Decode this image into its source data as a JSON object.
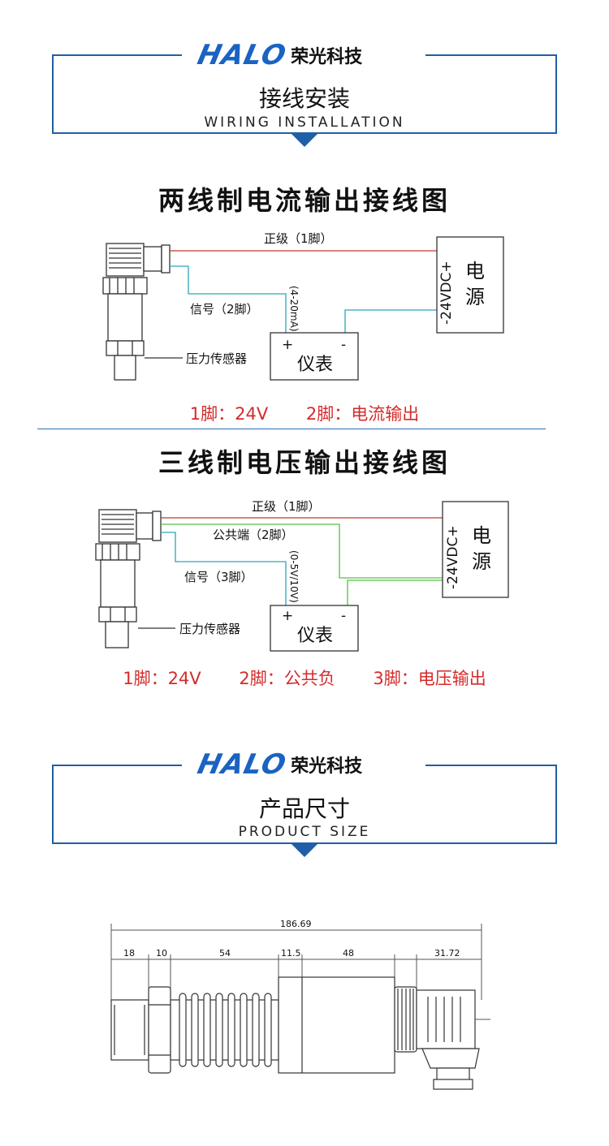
{
  "brand": {
    "logo": "HALO",
    "name_cn": "荣光科技"
  },
  "section1": {
    "title_cn": "接线安装",
    "title_en": "WIRING INSTALLATION"
  },
  "diagram1": {
    "title": "两线制电流输出接线图",
    "wire_positive": "正级（1脚）",
    "wire_signal": "信号（2脚）",
    "signal_range": "(4-20mA)",
    "sensor_label": "压力传感器",
    "meter_label": "仪表",
    "meter_plus": "+",
    "meter_minus": "-",
    "power_label_1": "电",
    "power_label_2": "源",
    "power_voltage": "-24VDC+",
    "pins": [
      "1脚：24V",
      "2脚：电流输出"
    ]
  },
  "diagram2": {
    "title": "三线制电压输出接线图",
    "wire_positive": "正级（1脚）",
    "wire_common": "公共端（2脚）",
    "wire_signal": "信号（3脚）",
    "signal_range": "(0-5V/10V)",
    "sensor_label": "压力传感器",
    "meter_label": "仪表",
    "meter_plus": "+",
    "meter_minus": "-",
    "power_label_1": "电",
    "power_label_2": "源",
    "power_voltage": "-24VDC+",
    "pins": [
      "1脚：24V",
      "2脚：公共负",
      "3脚：电压输出"
    ]
  },
  "section2": {
    "title_cn": "产品尺寸",
    "title_en": "PRODUCT SIZE"
  },
  "dimensions": {
    "total": "186.69",
    "segments": [
      "18",
      "10",
      "54",
      "11.5",
      "48",
      "31.72"
    ]
  },
  "colors": {
    "brand_blue": "#1f5fa8",
    "pin_red": "#d42b2b",
    "wire_red": "#c0392b",
    "wire_cyan": "#2aa6b8",
    "wire_green": "#55c043"
  }
}
